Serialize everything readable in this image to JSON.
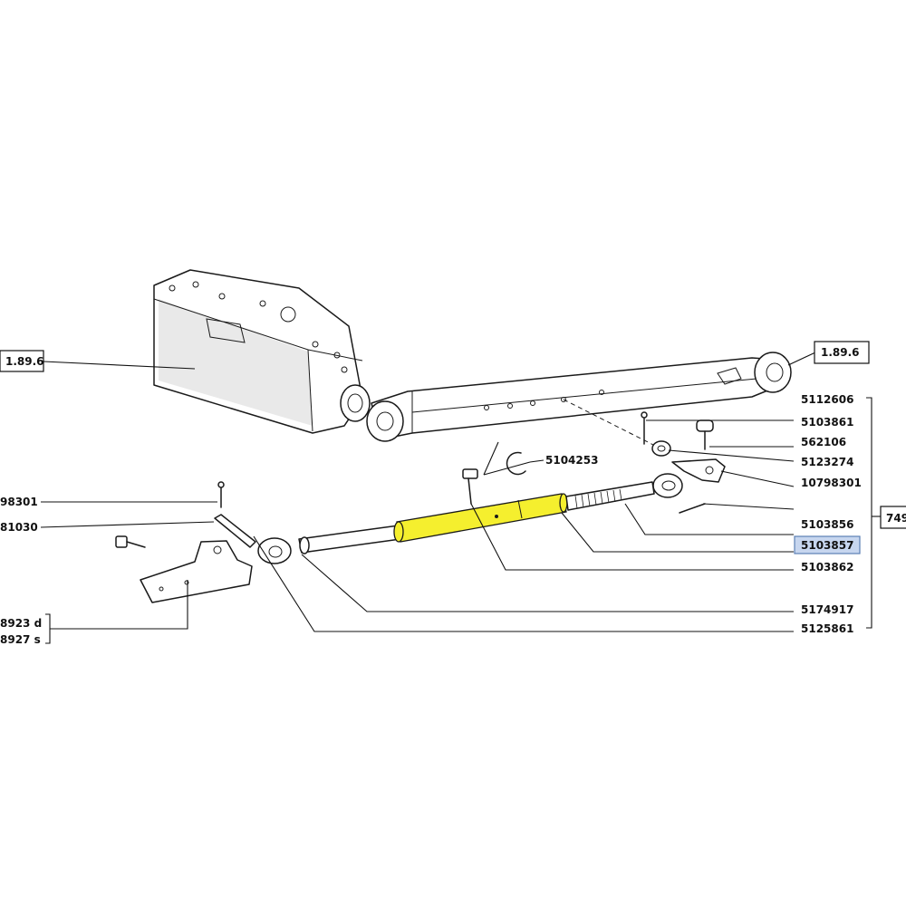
{
  "colors": {
    "highlight_part": "#f5ef2e",
    "highlight_label_bg": "#c7d6ef",
    "highlight_label_border": "#5b7fb5",
    "line": "#111111"
  },
  "labels": {
    "ref_left": "1.89.6",
    "ref_right": "1.89.6",
    "p5112606": "5112606",
    "p5103861": "5103861",
    "p562106": "562106",
    "p5123274": "5123274",
    "p10798301": "10798301",
    "p5103856": "5103856",
    "p5103857": "5103857",
    "p5103862": "5103862",
    "p5174917": "5174917",
    "p5125861": "5125861",
    "p5104253": "5104253",
    "group_right": "749",
    "left_98301": "98301",
    "left_81030": "81030",
    "left_8923d": "8923 d",
    "left_8927s": "8927 s"
  }
}
